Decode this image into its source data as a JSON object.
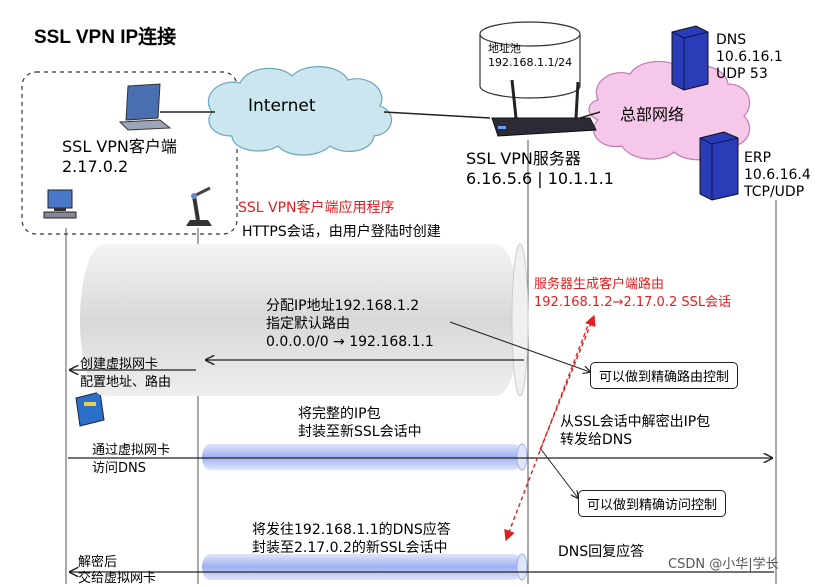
{
  "title": "SSL VPN IP连接",
  "internet": "Internet",
  "client": {
    "name": "SSL VPN客户端",
    "ip": "2.17.0.2"
  },
  "pool": {
    "label": "地址池",
    "range": "192.168.1.1/24"
  },
  "server": {
    "name": "SSL VPN服务器",
    "ip": "6.16.5.6 | 10.1.1.1"
  },
  "hq": "总部网络",
  "dns": {
    "name": "DNS",
    "ip": "10.6.16.1",
    "port": "UDP 53"
  },
  "erp": {
    "name": "ERP",
    "ip": "10.6.16.4",
    "port": "TCP/UDP"
  },
  "app_label": "SSL VPN客户端应用程序",
  "https_label": "HTTPS会话，由用户登陆时创建",
  "server_route": [
    "服务器生成客户端路由",
    "192.168.1.2→2.17.0.2 SSL会话"
  ],
  "assign": [
    "分配IP地址192.168.1.2",
    "指定默认路由",
    "0.0.0.0/0 → 192.168.1.1"
  ],
  "create_nic": [
    "创建虚拟网卡",
    "配置地址、路由"
  ],
  "route_ctrl": "可以做到精确路由控制",
  "encap": [
    "将完整的IP包",
    "封装至新SSL会话中"
  ],
  "decrypt": [
    "从SSL会话中解密出IP包",
    "转发给DNS"
  ],
  "via_nic": [
    "通过虚拟网卡",
    "访问DNS"
  ],
  "access_ctrl": "可以做到精确访问控制",
  "dns_reply": [
    "将发往192.168.1.1的DNS应答",
    "封装至2.17.0.2的新SSL会话中"
  ],
  "dns_reply_label": "DNS回复应答",
  "decrypt_after": [
    "解密后",
    "交给虚拟网卡"
  ],
  "watermark": "CSDN @小华|学长"
}
